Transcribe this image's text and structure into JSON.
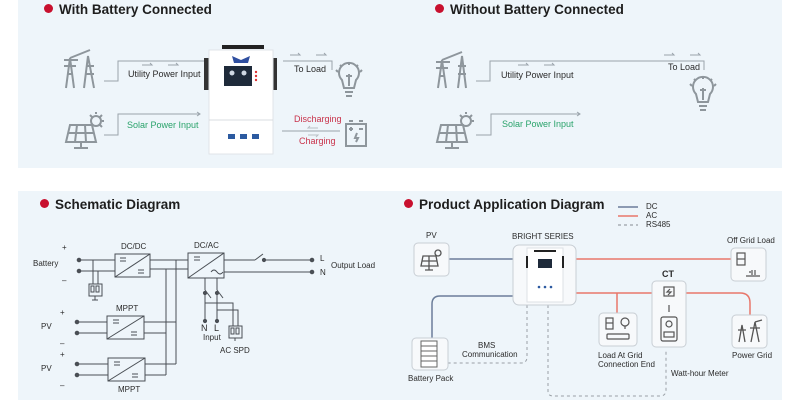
{
  "sections": {
    "with_battery": {
      "title": "With Battery Connected",
      "utility_label": "Utility Power Input",
      "solar_label": "Solar Power Input",
      "to_load_label": "To Load",
      "discharging_label": "Discharging",
      "charging_label": "Charging"
    },
    "without_battery": {
      "title": "Without Battery Connected",
      "utility_label": "Utility Power Input",
      "solar_label": "Solar Power Input",
      "to_load_label": "To Load"
    },
    "schematic": {
      "title": "Schematic Diagram",
      "battery_label": "Battery",
      "pv1_label": "PV",
      "pv2_label": "PV",
      "plus": "+",
      "minus": "–",
      "dcdc_label": "DC/DC",
      "dcac_label": "DC/AC",
      "mppt1_label": "MPPT",
      "mppt2_label": "MPPT",
      "output_load_label": "Output Load",
      "L": "L",
      "N": "N",
      "input_label": "Input",
      "ac_spd_label": "AC SPD"
    },
    "application": {
      "title": "Product Application Diagram",
      "legend": [
        {
          "label": "DC",
          "color": "#6b7d99",
          "style": "solid"
        },
        {
          "label": "AC",
          "color": "#e8766a",
          "style": "solid"
        },
        {
          "label": "RS485",
          "color": "#9aa0a6",
          "style": "dashed"
        }
      ],
      "pv_label": "PV",
      "inverter_label": "BRIGHT SERIES",
      "off_grid_load_label": "Off Grid Load",
      "ct_label": "CT",
      "battery_pack_label": "Battery Pack",
      "bms_label_1": "BMS",
      "bms_label_2": "Communication",
      "load_grid_label_1": "Load At Grid",
      "load_grid_label_2": "Connection End",
      "watt_hour_label": "Watt-hour Meter",
      "power_grid_label": "Power Grid"
    }
  },
  "colors": {
    "accent_dot": "#c8102e",
    "panel_bg": "#eef5fa",
    "line_gray": "#9aa3ab",
    "solar_green": "#2aa36b",
    "battery_red": "#c8324a",
    "dc_line": "#6b7d99",
    "ac_line": "#e8766a"
  }
}
